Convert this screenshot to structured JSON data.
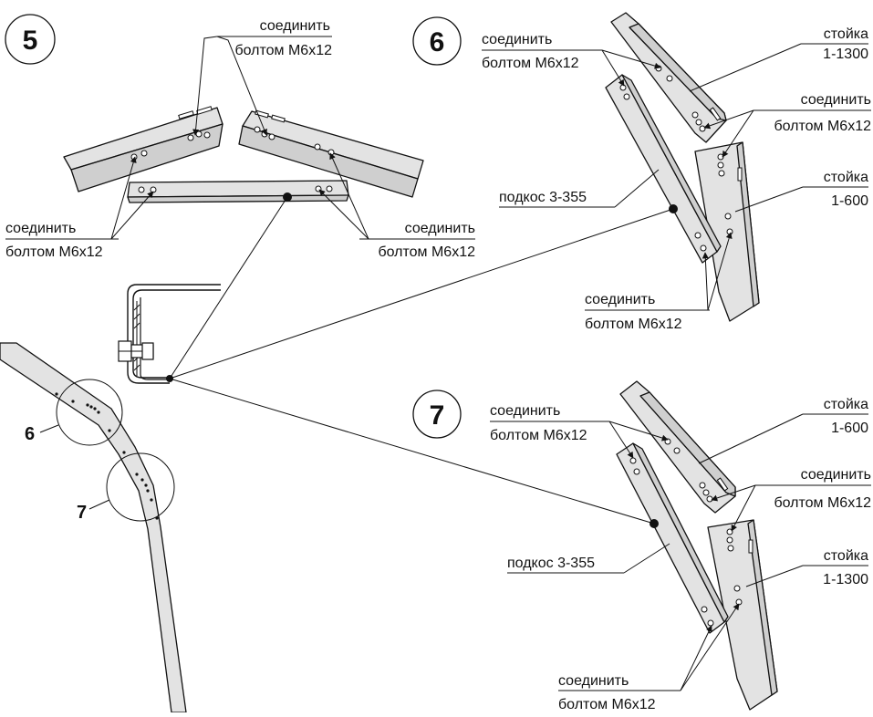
{
  "steps": {
    "s5": "5",
    "s6": "6",
    "s7": "7"
  },
  "details": {
    "d6": "6",
    "d7": "7"
  },
  "labels": {
    "connect": "соединить",
    "bolt": "болтом М6х12",
    "stand": "стойка",
    "brace": "подкос 3-355",
    "stand_1300": "1-1300",
    "stand_600": "1-600"
  }
}
